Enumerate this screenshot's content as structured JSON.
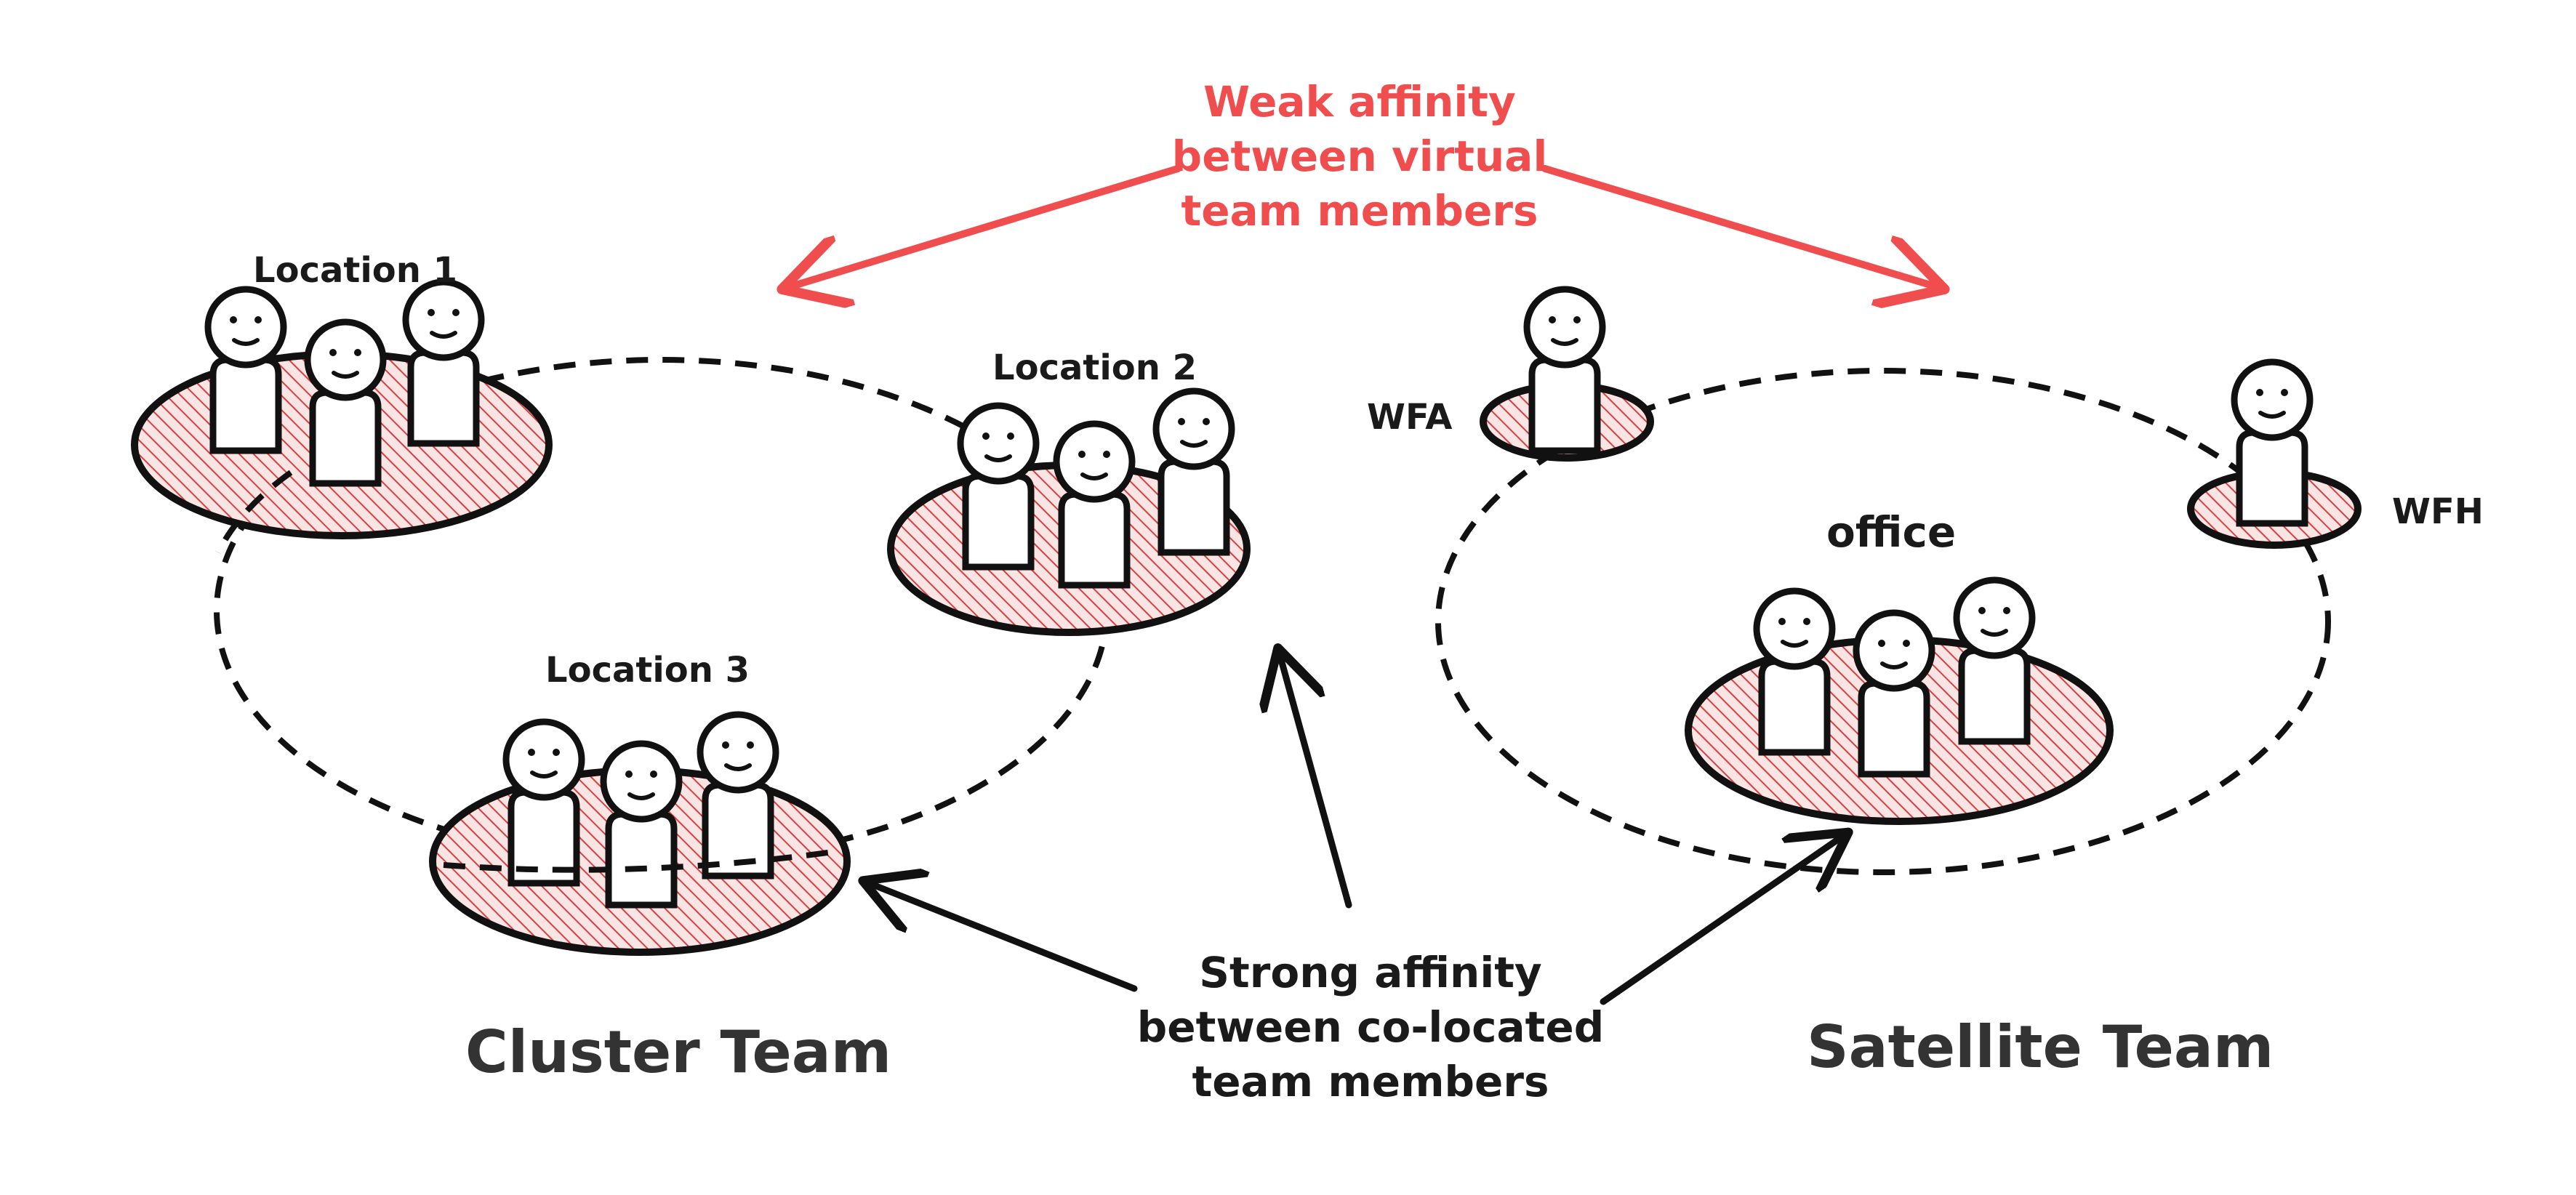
{
  "colors": {
    "accent_red": "#f04e4e",
    "pad_fill_hatch": "#d84040",
    "pad_fill_bg": "#fbe4e4",
    "ink": "#111111"
  },
  "labels": {
    "location1": "Location 1",
    "location2": "Location 2",
    "location3": "Location 3",
    "wfa": "WFA",
    "wfh": "WFH",
    "office": "office"
  },
  "teams": {
    "cluster": "Cluster Team",
    "satellite": "Satellite Team"
  },
  "weak_affinity": {
    "lines": [
      "Weak affinity",
      "between virtual",
      "team members"
    ]
  },
  "strong_affinity": {
    "lines": [
      "Strong affinity",
      "between co-located",
      "team members"
    ]
  }
}
